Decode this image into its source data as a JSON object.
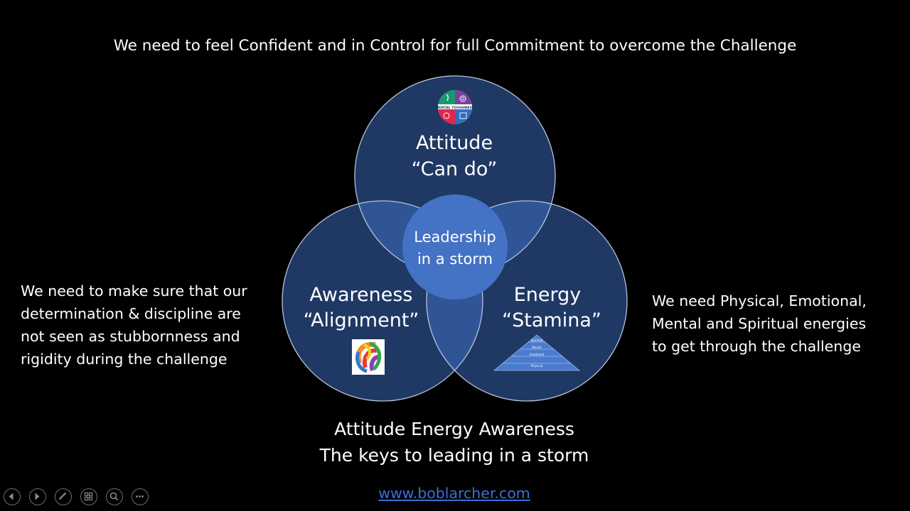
{
  "slide": {
    "heading": "We need to feel Confident and in Control for full Commitment to overcome the Challenge",
    "left_note": "We need to make sure that our\ndetermination & discipline are\nnot seen as stubbornness and\nrigidity during the challenge",
    "right_note": "We need Physical, Emotional,\nMental and Spiritual energies\nto get through the challenge",
    "bottom_caption": "Attitude Energy Awareness\nThe keys to leading in a storm",
    "website": "www.boblarcher.com"
  },
  "venn": {
    "top": {
      "title": "Attitude",
      "subtitle": "“Can do”",
      "icon": "mental-toughness-logo-icon"
    },
    "left": {
      "title": "Awareness",
      "subtitle": "“Alignment”",
      "icon": "rainbow-swirl-icon"
    },
    "right": {
      "title": "Energy",
      "subtitle": "“Stamina”",
      "icon": "energy-pyramid-icon"
    },
    "center": {
      "line1": "Leadership",
      "line2": "in a storm"
    },
    "pyramid_levels": [
      "Spiritual",
      "Mental",
      "Emotional",
      "Physical"
    ],
    "logo_text": "MENTAL TOUGHNESS"
  },
  "colors": {
    "background": "#000000",
    "circle_fill": "#1f3864",
    "center_fill": "#4472c4",
    "overlap_fill": "#2f5597",
    "link": "#3b6fd8"
  },
  "controls": [
    "previous-slide-icon",
    "next-slide-icon",
    "pen-icon",
    "slides-grid-icon",
    "zoom-icon",
    "more-options-icon"
  ]
}
